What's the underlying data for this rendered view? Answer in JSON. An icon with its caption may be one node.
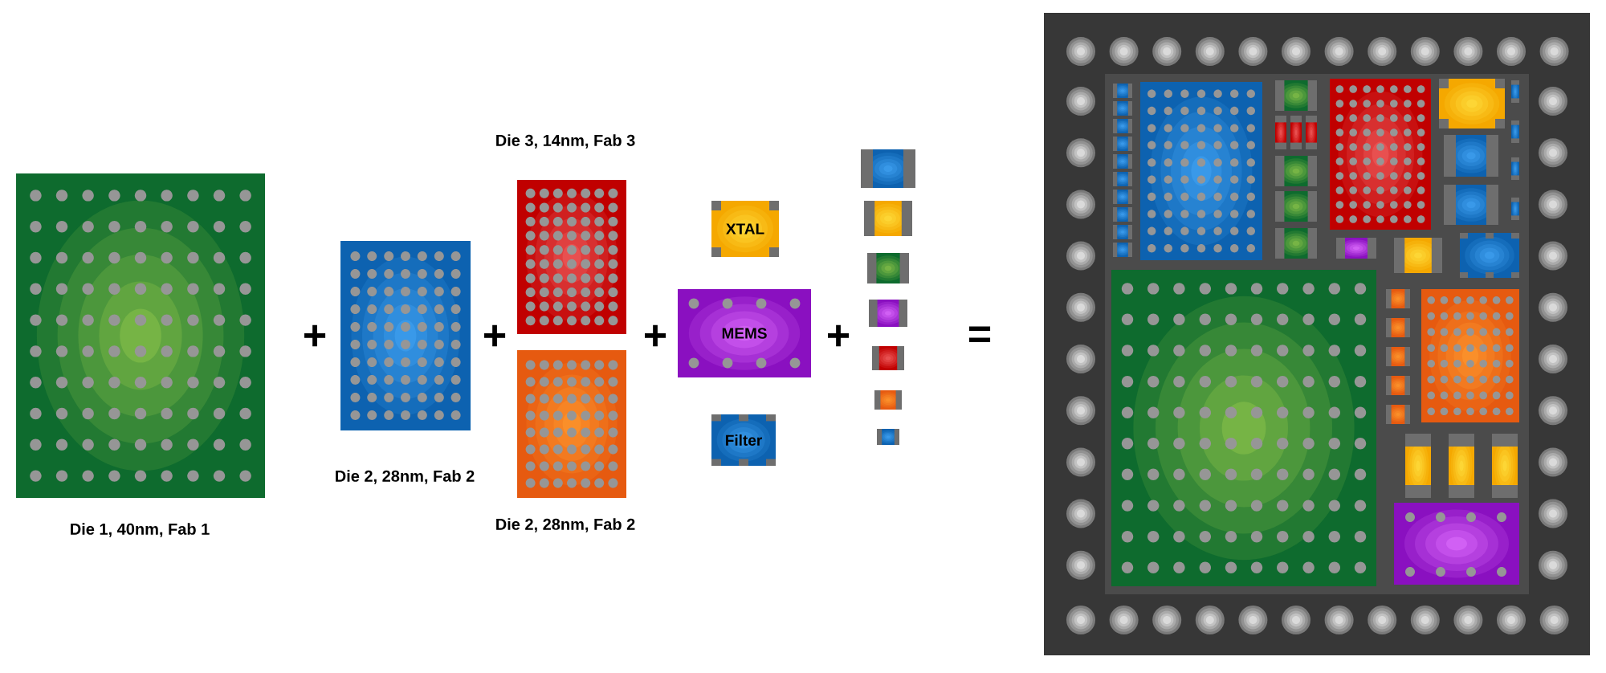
{
  "diagram": {
    "nodes": [
      {
        "text": [
          "Die 1, 40nm, Fab 1"
        ]
      },
      {
        "text": [
          "Die 2, 28nm, Fab 2"
        ]
      },
      {
        "text": [
          "Die 3, 14nm, Fab 3"
        ]
      },
      {
        "text": [
          "Die 2, 28nm, Fab 2"
        ]
      },
      {
        "text": [
          "XTAL"
        ]
      },
      {
        "text": [
          "MEMS"
        ]
      },
      {
        "text": [
          "Filter"
        ]
      },
      {
        "text": [],
        "shape": "box"
      },
      {
        "text": [],
        "shape": "box"
      },
      {
        "text": [],
        "shape": "box"
      },
      {
        "text": [],
        "shape": "box"
      },
      {
        "text": [],
        "shape": "box"
      },
      {
        "text": [],
        "shape": "box"
      },
      {
        "text": [],
        "shape": "box"
      }
    ],
    "labels": [
      "+",
      "+",
      "+",
      "+",
      "="
    ]
  }
}
